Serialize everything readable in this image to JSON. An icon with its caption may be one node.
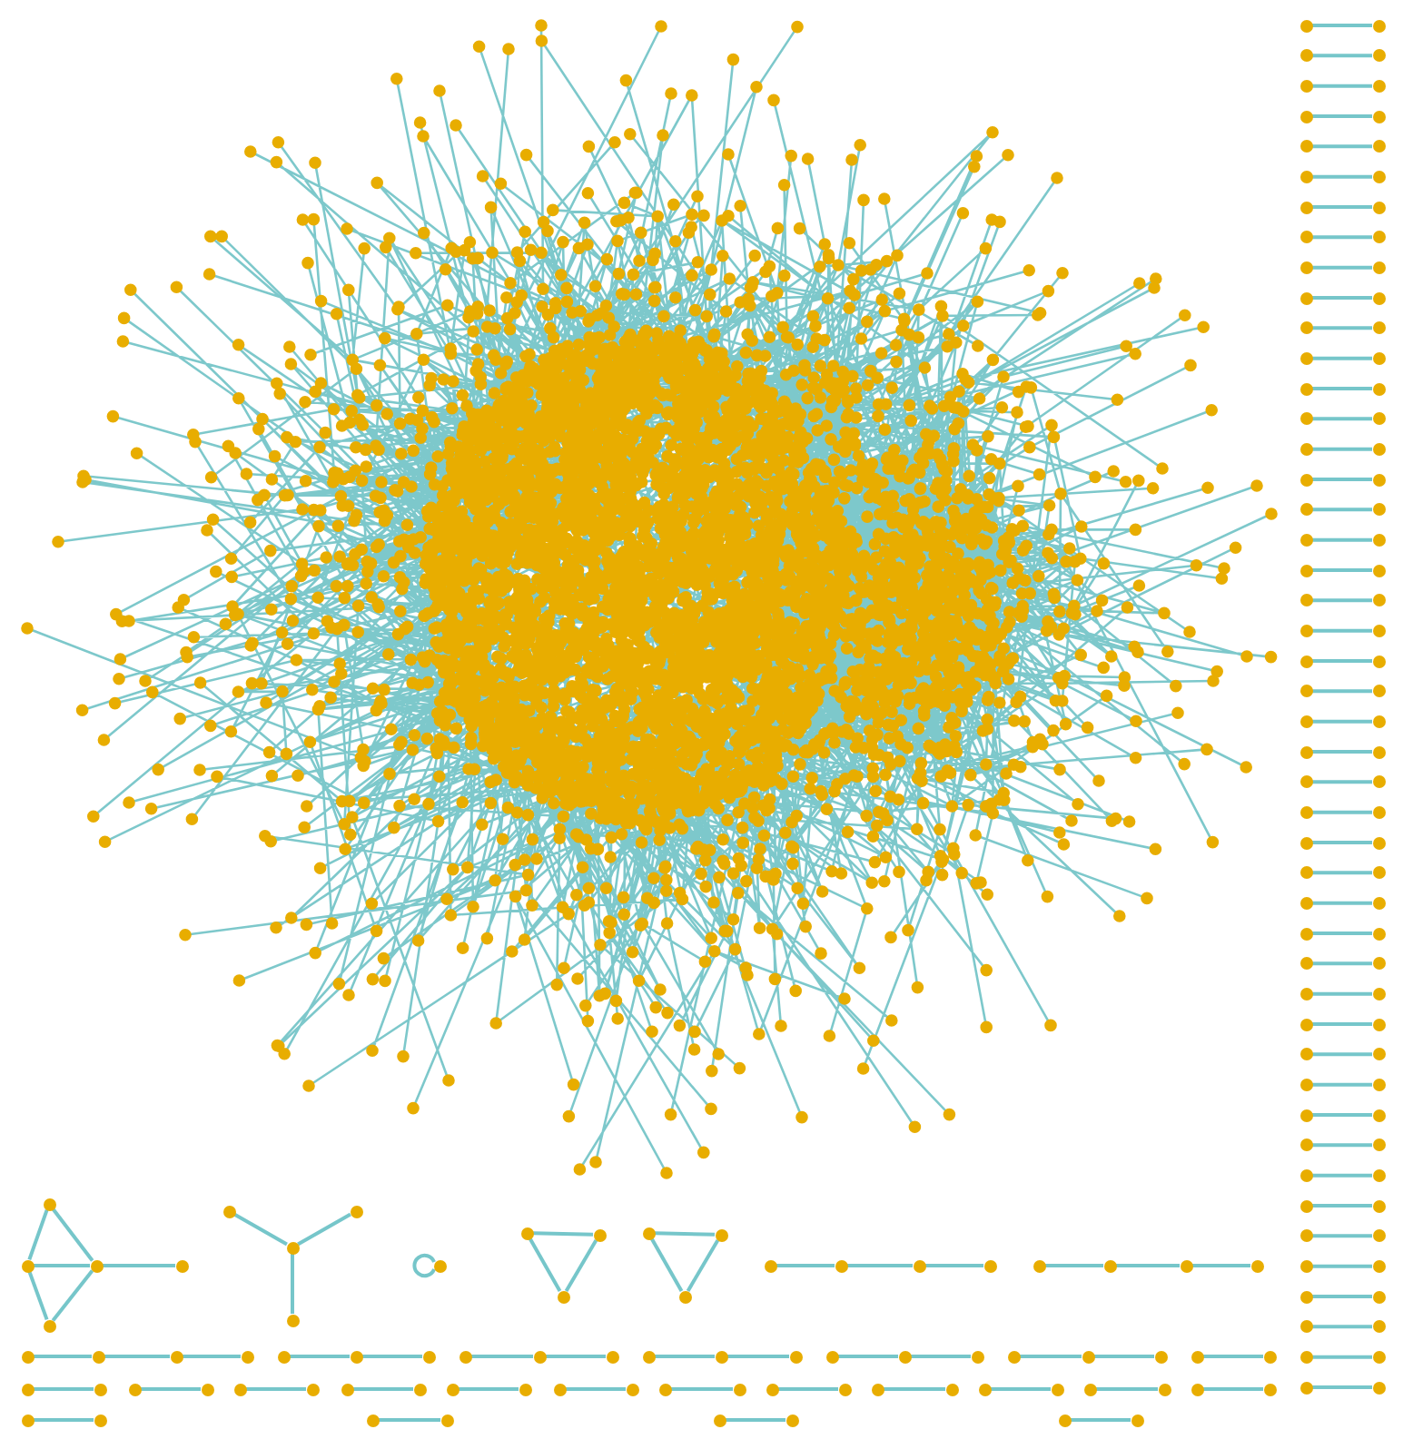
{
  "diagram": {
    "nodes": [
      {
        "text": [],
        "shape": "picture"
      },
      {
        "text": [],
        "shape": "circle"
      },
      {
        "text": [],
        "shape": "circle"
      },
      {
        "text": [],
        "shape": "circle"
      },
      {
        "text": [],
        "shape": "circle"
      },
      {
        "text": [],
        "shape": "circle"
      },
      {
        "text": [],
        "shape": "circle"
      },
      {
        "text": [],
        "shape": "circle"
      },
      {
        "text": [],
        "shape": "circle"
      },
      {
        "text": [],
        "shape": "circle"
      },
      {
        "text": [],
        "shape": "circle"
      },
      {
        "text": [],
        "shape": "circle"
      },
      {
        "text": [],
        "shape": "circle"
      },
      {
        "text": [],
        "shape": "circle"
      },
      {
        "text": [],
        "shape": "circle"
      },
      {
        "text": [],
        "shape": "circle"
      },
      {
        "text": [],
        "shape": "circle"
      },
      {
        "text": [],
        "shape": "circle"
      },
      {
        "text": [],
        "shape": "circle"
      },
      {
        "text": [],
        "shape": "circle"
      },
      {
        "text": [],
        "shape": "circle"
      },
      {
        "text": [],
        "shape": "circle"
      },
      {
        "text": [],
        "shape": "circle"
      },
      {
        "text": [],
        "shape": "circle"
      },
      {
        "text": [],
        "shape": "circle"
      },
      {
        "text": [],
        "shape": "circle"
      },
      {
        "text": [],
        "shape": "circle"
      },
      {
        "text": [],
        "shape": "circle"
      },
      {
        "text": [],
        "shape": "circle"
      },
      {
        "text": [],
        "shape": "circle"
      },
      {
        "text": [],
        "shape": "circle"
      },
      {
        "text": [],
        "shape": "circle"
      },
      {
        "text": [],
        "shape": "circle"
      },
      {
        "text": [],
        "shape": "circle"
      },
      {
        "text": [],
        "shape": "circle"
      },
      {
        "text": [],
        "shape": "circle"
      },
      {
        "text": [],
        "shape": "circle"
      },
      {
        "text": [],
        "shape": "circle"
      },
      {
        "text": [],
        "shape": "circle"
      },
      {
        "text": [],
        "shape": "circle"
      },
      {
        "text": [],
        "shape": "circle"
      },
      {
        "text": [],
        "shape": "circle"
      },
      {
        "text": [],
        "shape": "circle"
      },
      {
        "text": [],
        "shape": "circle"
      },
      {
        "text": [],
        "shape": "circle"
      },
      {
        "text": [],
        "shape": "circle"
      },
      {
        "text": [],
        "shape": "circle"
      },
      {
        "text": [],
        "shape": "circle"
      },
      {
        "text": [],
        "shape": "circle"
      },
      {
        "text": [],
        "shape": "circle"
      },
      {
        "text": [],
        "shape": "circle"
      },
      {
        "text": [],
        "shape": "circle"
      },
      {
        "text": [],
        "shape": "circle"
      },
      {
        "text": [],
        "shape": "circle"
      },
      {
        "text": [],
        "shape": "circle"
      },
      {
        "text": [],
        "shape": "circle"
      },
      {
        "text": [],
        "shape": "circle"
      },
      {
        "text": [],
        "shape": "circle"
      },
      {
        "text": [],
        "shape": "circle"
      },
      {
        "text": [],
        "shape": "circle"
      },
      {
        "text": [],
        "shape": "circle"
      },
      {
        "text": [],
        "shape": "circle"
      },
      {
        "text": [],
        "shape": "circle"
      },
      {
        "text": [],
        "shape": "circle"
      },
      {
        "text": [],
        "shape": "circle"
      },
      {
        "text": [],
        "shape": "circle"
      },
      {
        "text": [],
        "shape": "circle"
      },
      {
        "text": [],
        "shape": "circle"
      },
      {
        "text": [],
        "shape": "circle"
      },
      {
        "text": [],
        "shape": "circle"
      },
      {
        "text": [],
        "shape": "circle"
      },
      {
        "text": [],
        "shape": "circle"
      },
      {
        "text": [],
        "shape": "circle"
      },
      {
        "text": [],
        "shape": "circle"
      },
      {
        "text": [],
        "shape": "circle"
      },
      {
        "text": [],
        "shape": "circle"
      },
      {
        "text": [],
        "shape": "circle"
      },
      {
        "text": [],
        "shape": "circle"
      },
      {
        "text": [],
        "shape": "circle"
      },
      {
        "text": [],
        "shape": "circle"
      },
      {
        "text": [],
        "shape": "circle"
      },
      {
        "text": [],
        "shape": "circle"
      },
      {
        "text": [],
        "shape": "circle"
      },
      {
        "text": [],
        "shape": "circle"
      },
      {
        "text": [],
        "shape": "circle"
      },
      {
        "text": [],
        "shape": "circle"
      },
      {
        "text": [],
        "shape": "circle"
      },
      {
        "text": [],
        "shape": "circle"
      },
      {
        "text": [],
        "shape": "circle"
      },
      {
        "text": [],
        "shape": "circle"
      },
      {
        "text": [],
        "shape": "circle"
      },
      {
        "text": [],
        "shape": "circle"
      },
      {
        "text": [],
        "shape": "circle"
      },
      {
        "text": [],
        "shape": "circle"
      },
      {
        "text": [],
        "shape": "circle"
      },
      {
        "text": [],
        "shape": "circle"
      },
      {
        "text": [],
        "shape": "circle"
      },
      {
        "text": [],
        "shape": "circle"
      },
      {
        "text": [],
        "shape": "circle"
      },
      {
        "text": [],
        "shape": "circle"
      },
      {
        "text": [],
        "shape": "circle"
      },
      {
        "text": [],
        "shape": "circle"
      },
      {
        "text": [],
        "shape": "circle"
      },
      {
        "text": [],
        "shape": "circle"
      },
      {
        "text": [],
        "shape": "circle"
      },
      {
        "text": [],
        "shape": "circle"
      },
      {
        "text": [],
        "shape": "circle"
      },
      {
        "text": [],
        "shape": "circle"
      },
      {
        "text": [],
        "shape": "circle"
      },
      {
        "text": [],
        "shape": "circle"
      },
      {
        "text": [],
        "shape": "circle"
      },
      {
        "text": [],
        "shape": "circle"
      },
      {
        "text": [],
        "shape": "circle"
      },
      {
        "text": [],
        "shape": "circle"
      },
      {
        "text": [],
        "shape": "circle"
      },
      {
        "text": [],
        "shape": "circle"
      },
      {
        "text": [],
        "shape": "circle"
      },
      {
        "text": [],
        "shape": "circle"
      },
      {
        "text": [],
        "shape": "circle"
      },
      {
        "text": [],
        "shape": "circle"
      },
      {
        "text": [],
        "shape": "circle"
      },
      {
        "text": [],
        "shape": "circle"
      },
      {
        "text": [],
        "shape": "circle"
      },
      {
        "text": [],
        "shape": "circle"
      },
      {
        "text": [],
        "shape": "circle"
      },
      {
        "text": [],
        "shape": "circle"
      },
      {
        "text": [],
        "shape": "circle"
      },
      {
        "text": [],
        "shape": "circle"
      },
      {
        "text": [],
        "shape": "circle"
      },
      {
        "text": [],
        "shape": "circle"
      },
      {
        "text": [],
        "shape": "circle"
      },
      {
        "text": [],
        "shape": "circle"
      },
      {
        "text": [],
        "shape": "circle"
      },
      {
        "text": [],
        "shape": "circle"
      },
      {
        "text": [],
        "shape": "circle"
      },
      {
        "text": [],
        "shape": "circle"
      },
      {
        "text": [],
        "shape": "circle"
      },
      {
        "text": [],
        "shape": "circle"
      },
      {
        "text": [],
        "shape": "circle"
      },
      {
        "text": [],
        "shape": "circle"
      },
      {
        "text": [],
        "shape": "circle"
      },
      {
        "text": [],
        "shape": "circle"
      },
      {
        "text": [],
        "shape": "circle"
      },
      {
        "text": [],
        "shape": "circle"
      },
      {
        "text": [],
        "shape": "circle"
      },
      {
        "text": [],
        "shape": "circle"
      },
      {
        "text": [],
        "shape": "circle"
      },
      {
        "text": [],
        "shape": "circle"
      },
      {
        "text": [],
        "shape": "circle"
      },
      {
        "text": [],
        "shape": "circle"
      },
      {
        "text": [],
        "shape": "circle"
      },
      {
        "text": [],
        "shape": "circle"
      },
      {
        "text": [],
        "shape": "circle"
      },
      {
        "text": [],
        "shape": "circle"
      },
      {
        "text": [],
        "shape": "circle"
      },
      {
        "text": [],
        "shape": "circle"
      },
      {
        "text": [],
        "shape": "circle"
      },
      {
        "text": [],
        "shape": "circle"
      },
      {
        "text": [],
        "shape": "circle"
      },
      {
        "text": [],
        "shape": "circle"
      },
      {
        "text": [],
        "shape": "circle"
      },
      {
        "text": [],
        "shape": "circle"
      },
      {
        "text": [],
        "shape": "circle"
      },
      {
        "text": [],
        "shape": "circle"
      },
      {
        "text": [],
        "shape": "circle"
      },
      {
        "text": [],
        "shape": "circle"
      },
      {
        "text": [],
        "shape": "circle"
      },
      {
        "text": [],
        "shape": "circle"
      },
      {
        "text": [],
        "shape": "circle"
      },
      {
        "text": [],
        "shape": "circle"
      }
    ],
    "edges": [
      {
        "from": 1,
        "to": 2,
        "arrow": "none"
      },
      {
        "from": 3,
        "to": 4,
        "arrow": "none"
      },
      {
        "from": 5,
        "to": 6,
        "arrow": "none"
      },
      {
        "from": 7,
        "to": 8,
        "arrow": "none"
      },
      {
        "from": 9,
        "to": 10,
        "arrow": "none"
      },
      {
        "from": 11,
        "to": 12,
        "arrow": "none"
      },
      {
        "from": 13,
        "to": 14,
        "arrow": "none"
      },
      {
        "from": 15,
        "to": 16,
        "arrow": "none"
      },
      {
        "from": 17,
        "to": 18,
        "arrow": "none"
      },
      {
        "from": 19,
        "to": 20,
        "arrow": "none"
      },
      {
        "from": 21,
        "to": 22,
        "arrow": "none"
      },
      {
        "from": 23,
        "to": 24,
        "arrow": "none"
      },
      {
        "from": 25,
        "to": 26,
        "arrow": "none"
      },
      {
        "from": 27,
        "to": 28,
        "arrow": "none"
      },
      {
        "from": 29,
        "to": 30,
        "arrow": "none"
      },
      {
        "from": 31,
        "to": 32,
        "arrow": "none"
      },
      {
        "from": 33,
        "to": 34,
        "arrow": "none"
      },
      {
        "from": 35,
        "to": 36,
        "arrow": "none"
      },
      {
        "from": 37,
        "to": 38,
        "arrow": "none"
      },
      {
        "from": 39,
        "to": 40,
        "arrow": "none"
      },
      {
        "from": 41,
        "to": 42,
        "arrow": "none"
      },
      {
        "from": 43,
        "to": 44,
        "arrow": "none"
      },
      {
        "from": 45,
        "to": 46,
        "arrow": "none"
      },
      {
        "from": 47,
        "to": 48,
        "arrow": "none"
      },
      {
        "from": 49,
        "to": 50,
        "arrow": "none"
      },
      {
        "from": 51,
        "to": 52,
        "arrow": "none"
      },
      {
        "from": 53,
        "to": 54,
        "arrow": "none"
      },
      {
        "from": 55,
        "to": 56,
        "arrow": "none"
      },
      {
        "from": 57,
        "to": 58,
        "arrow": "none"
      },
      {
        "from": 59,
        "to": 60,
        "arrow": "none"
      },
      {
        "from": 61,
        "to": 62,
        "arrow": "none"
      },
      {
        "from": 63,
        "to": 64,
        "arrow": "none"
      },
      {
        "from": 65,
        "to": 66,
        "arrow": "none"
      },
      {
        "from": 67,
        "to": 68,
        "arrow": "none"
      },
      {
        "from": 69,
        "to": 70,
        "arrow": "none"
      },
      {
        "from": 71,
        "to": 72,
        "arrow": "none"
      },
      {
        "from": 73,
        "to": 74,
        "arrow": "none"
      },
      {
        "from": 75,
        "to": 76,
        "arrow": "none"
      },
      {
        "from": 77,
        "to": 78,
        "arrow": "none"
      },
      {
        "from": 79,
        "to": 80,
        "arrow": "none"
      },
      {
        "from": 81,
        "to": 82,
        "arrow": "none"
      },
      {
        "from": 83,
        "to": 84,
        "arrow": "none"
      },
      {
        "from": 85,
        "to": 86,
        "arrow": "none"
      },
      {
        "from": 87,
        "to": 88,
        "arrow": "none"
      },
      {
        "from": 89,
        "to": 90,
        "arrow": "none"
      },
      {
        "from": 91,
        "to": 92,
        "arrow": "none"
      },
      {
        "from": 93,
        "to": 94,
        "arrow": "none"
      },
      {
        "from": 93,
        "to": 95,
        "arrow": "none"
      },
      {
        "from": 94,
        "to": 95,
        "arrow": "none"
      },
      {
        "from": 94,
        "to": 96,
        "arrow": "none"
      },
      {
        "from": 95,
        "to": 96,
        "arrow": "none"
      },
      {
        "from": 95,
        "to": 97,
        "arrow": "none"
      },
      {
        "from": 100,
        "to": 98,
        "arrow": "none"
      },
      {
        "from": 100,
        "to": 99,
        "arrow": "none"
      },
      {
        "from": 100,
        "to": 101,
        "arrow": "none"
      },
      {
        "from": 102,
        "to": 102,
        "arrow": "none"
      },
      {
        "from": 103,
        "to": 104,
        "arrow": "none"
      },
      {
        "from": 103,
        "to": 105,
        "arrow": "none"
      },
      {
        "from": 104,
        "to": 105,
        "arrow": "none"
      },
      {
        "from": 106,
        "to": 107,
        "arrow": "none"
      },
      {
        "from": 106,
        "to": 108,
        "arrow": "none"
      },
      {
        "from": 107,
        "to": 108,
        "arrow": "none"
      },
      {
        "from": 109,
        "to": 110,
        "arrow": "none"
      },
      {
        "from": 110,
        "to": 111,
        "arrow": "none"
      },
      {
        "from": 111,
        "to": 112,
        "arrow": "none"
      },
      {
        "from": 113,
        "to": 114,
        "arrow": "none"
      },
      {
        "from": 114,
        "to": 115,
        "arrow": "none"
      },
      {
        "from": 115,
        "to": 116,
        "arrow": "none"
      },
      {
        "from": 117,
        "to": 118,
        "arrow": "none"
      },
      {
        "from": 118,
        "to": 119,
        "arrow": "none"
      },
      {
        "from": 119,
        "to": 120,
        "arrow": "none"
      },
      {
        "from": 121,
        "to": 122,
        "arrow": "none"
      },
      {
        "from": 122,
        "to": 123,
        "arrow": "none"
      },
      {
        "from": 124,
        "to": 125,
        "arrow": "none"
      },
      {
        "from": 125,
        "to": 126,
        "arrow": "none"
      },
      {
        "from": 127,
        "to": 128,
        "arrow": "none"
      },
      {
        "from": 128,
        "to": 129,
        "arrow": "none"
      },
      {
        "from": 130,
        "to": 131,
        "arrow": "none"
      },
      {
        "from": 131,
        "to": 132,
        "arrow": "none"
      },
      {
        "from": 133,
        "to": 134,
        "arrow": "none"
      },
      {
        "from": 134,
        "to": 135,
        "arrow": "none"
      },
      {
        "from": 136,
        "to": 137,
        "arrow": "none"
      },
      {
        "from": 138,
        "to": 139,
        "arrow": "none"
      },
      {
        "from": 140,
        "to": 141,
        "arrow": "none"
      },
      {
        "from": 142,
        "to": 143,
        "arrow": "none"
      },
      {
        "from": 144,
        "to": 145,
        "arrow": "none"
      },
      {
        "from": 146,
        "to": 147,
        "arrow": "none"
      },
      {
        "from": 148,
        "to": 149,
        "arrow": "none"
      },
      {
        "from": 150,
        "to": 151,
        "arrow": "none"
      },
      {
        "from": 152,
        "to": 153,
        "arrow": "none"
      },
      {
        "from": 154,
        "to": 155,
        "arrow": "none"
      },
      {
        "from": 156,
        "to": 157,
        "arrow": "none"
      },
      {
        "from": 158,
        "to": 159,
        "arrow": "none"
      },
      {
        "from": 160,
        "to": 161,
        "arrow": "none"
      },
      {
        "from": 162,
        "to": 163,
        "arrow": "none"
      },
      {
        "from": 164,
        "to": 165,
        "arrow": "none"
      },
      {
        "from": 166,
        "to": 167,
        "arrow": "none"
      },
      {
        "from": 168,
        "to": 169,
        "arrow": "none"
      }
    ]
  }
}
